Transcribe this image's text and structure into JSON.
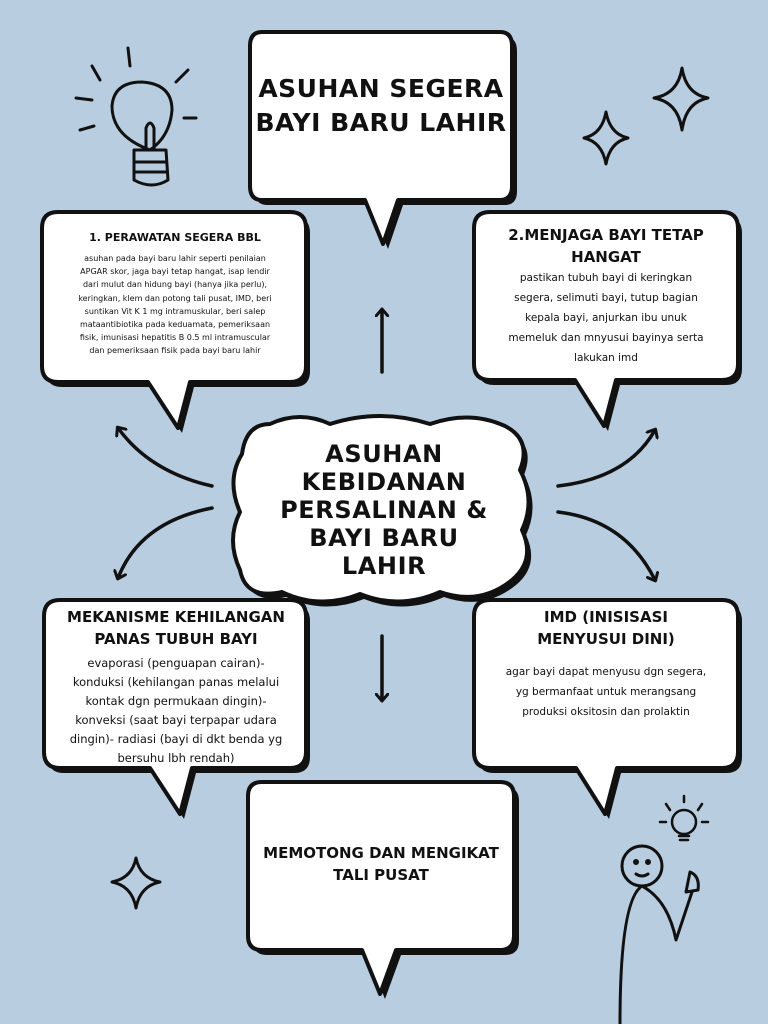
{
  "colors": {
    "background": "#b9cde0",
    "bubble": "#ffffff",
    "ink": "#111111"
  },
  "top_bubble": {
    "line1": "ASUHAN SEGERA",
    "line2": "BAYI BARU LAHIR"
  },
  "center_node": {
    "line1": "ASUHAN",
    "line2": "KEBIDANAN",
    "line3": "PERSALINAN &",
    "line4": "BAYI BARU",
    "line5": "LAHIR"
  },
  "box1": {
    "title": "1. PERAWATAN SEGERA BBL",
    "lines": [
      "asuhan pada bayi baru lahir seperti penilaian",
      "APGAR skor, jaga bayi tetap hangat, isap lendir",
      "dari mulut dan hidung bayi (hanya jika perlu),",
      "keringkan, klem dan potong tali pusat, IMD, beri",
      "suntikan Vit K 1 mg intramuskular, beri salep",
      "mataantibiotika pada keduamata, pemeriksaan",
      "fisik, imunisasi hepatitis B 0.5 ml intramuscular",
      "dan pemeriksaan fisik pada bayi baru lahir"
    ]
  },
  "box2": {
    "title_line1": "2.MENJAGA BAYI TETAP",
    "title_line2": "HANGAT",
    "lines": [
      "pastikan tubuh bayi di keringkan",
      "segera, selimuti bayi, tutup bagian",
      "kepala bayi, anjurkan ibu unuk",
      "memeluk dan mnyusui bayinya serta",
      "lakukan imd"
    ]
  },
  "box3": {
    "title_line1": "MEKANISME KEHILANGAN",
    "title_line2": "PANAS TUBUH BAYI",
    "lines": [
      "evaporasi (penguapan cairan)-",
      "konduksi (kehilangan panas melalui",
      "kontak dgn permukaan dingin)-",
      "konveksi (saat bayi terpapar udara",
      "dingin)- radiasi (bayi di dkt benda yg",
      "bersuhu lbh rendah)"
    ]
  },
  "box4": {
    "title_line1": "IMD (INISISASI",
    "title_line2": "MENYUSUI DINI)",
    "lines": [
      "agar bayi dapat menyusu dgn segera,",
      "yg bermanfaat untuk merangsang",
      "produksi oksitosin dan prolaktin"
    ]
  },
  "box5": {
    "title_line1": "MEMOTONG DAN MENGIKAT",
    "title_line2": "TALI PUSAT"
  },
  "icons": [
    "lightbulb-icon",
    "sparkle-icon",
    "person-idea-icon",
    "arrow-icon"
  ]
}
